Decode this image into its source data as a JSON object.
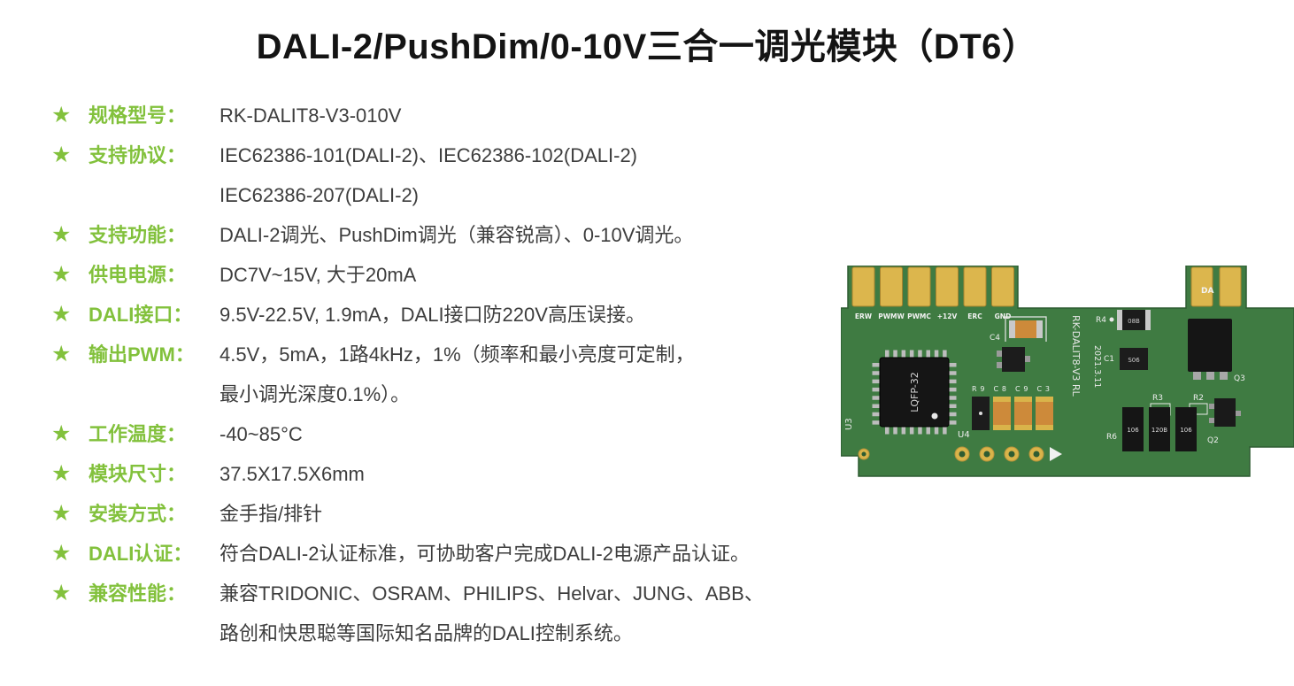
{
  "colors": {
    "accent_green": "#82C13C",
    "board_green": "#3F7B42",
    "pad_gold": "#DCB64D"
  },
  "icons": {
    "star": "★"
  },
  "header": {
    "title": "DALI-2/PushDim/0-10V三合一调光模块（DT6）"
  },
  "specs": [
    {
      "label": "规格型号：",
      "lines": [
        "RK-DALIT8-V3-010V"
      ]
    },
    {
      "label": "支持协议：",
      "lines": [
        "IEC62386-101(DALI-2)、IEC62386-102(DALI-2)",
        "IEC62386-207(DALI-2)"
      ]
    },
    {
      "label": "支持功能：",
      "lines": [
        "DALI-2调光、PushDim调光（兼容锐高）、0-10V调光。"
      ]
    },
    {
      "label": "供电电源：",
      "lines": [
        "DC7V~15V, 大于20mA"
      ]
    },
    {
      "label": "DALI接口：",
      "lines": [
        "9.5V-22.5V, 1.9mA，DALI接口防220V高压误接。"
      ]
    },
    {
      "label": "输出PWM：",
      "lines": [
        "4.5V，5mA，1路4kHz，1%（频率和最小亮度可定制，",
        "最小调光深度0.1%）。"
      ]
    },
    {
      "label": "工作温度：",
      "lines": [
        "-40~85°C"
      ]
    },
    {
      "label": "模块尺寸：",
      "lines": [
        "37.5X17.5X6mm"
      ]
    },
    {
      "label": "安装方式：",
      "lines": [
        "金手指/排针"
      ]
    },
    {
      "label": "DALI认证：",
      "lines": [
        "符合DALI-2认证标准，可协助客户完成DALI-2电源产品认证。"
      ]
    },
    {
      "label": "兼容性能：",
      "lines": [
        "兼容TRIDONIC、OSRAM、PHILIPS、Helvar、JUNG、ABB、",
        "路创和快思聪等国际知名品牌的DALI控制系统。"
      ]
    }
  ],
  "pcb": {
    "connector_labels": [
      "ERW",
      "PWMW",
      "PWMC",
      "+12V",
      "ERC",
      "GND"
    ],
    "da_label": "DA",
    "chip_label": "LQFP-32",
    "model_silkscreen": "RK-DALIT8-V3  RL",
    "date_silkscreen": "2021.3.11",
    "refs": {
      "u3": "U3",
      "u4": "U4",
      "c4": "C4",
      "r4": "R4",
      "c1": "C1",
      "q3": "Q3",
      "r3": "R3",
      "r2": "R2",
      "r6": "R6",
      "q2": "Q2",
      "passives_row": "R9 C8 C9 C3"
    },
    "markings": {
      "r4_chip": "08B",
      "c1_chip": "S06",
      "res1": "106",
      "res2": "120B",
      "res3": "106"
    }
  }
}
